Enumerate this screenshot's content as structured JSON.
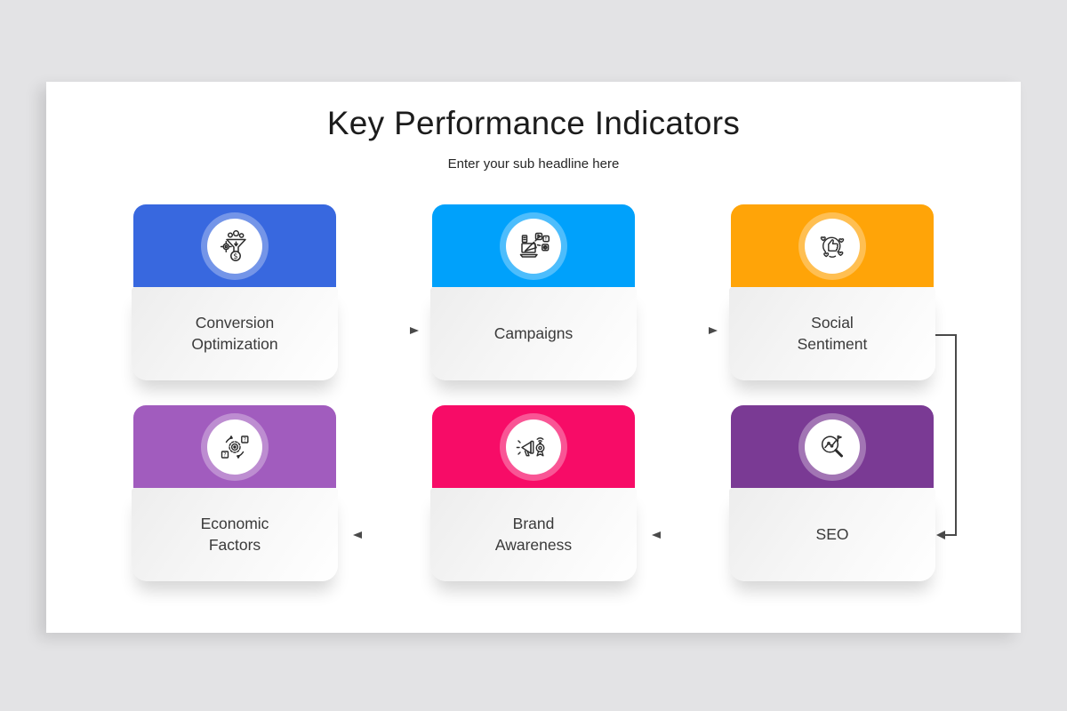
{
  "canvas": {
    "background": "#e3e3e5",
    "slide_background": "#ffffff",
    "arrow_color": "#4a4a4a"
  },
  "header": {
    "title": "Key Performance Indicators",
    "subtitle": "Enter your sub headline here"
  },
  "cards": [
    {
      "label": "Conversion\nOptimization",
      "color": "#3868df",
      "icon": "funnel-dollar-icon"
    },
    {
      "label": "Campaigns",
      "color": "#00a1fb",
      "icon": "laptop-megaphone-icon"
    },
    {
      "label": "Social\nSentiment",
      "color": "#ffa408",
      "icon": "thumbs-up-hearts-icon"
    },
    {
      "label": "Economic\nFactors",
      "color": "#a15cbe",
      "icon": "cycle-question-icon"
    },
    {
      "label": "Brand\nAwareness",
      "color": "#f70c67",
      "icon": "megaphone-badge-icon"
    },
    {
      "label": "SEO",
      "color": "#7a3a94",
      "icon": "search-chart-icon"
    }
  ],
  "flow_order": [
    "Conversion Optimization",
    "Campaigns",
    "Social Sentiment",
    "SEO",
    "Brand Awareness",
    "Economic Factors"
  ]
}
